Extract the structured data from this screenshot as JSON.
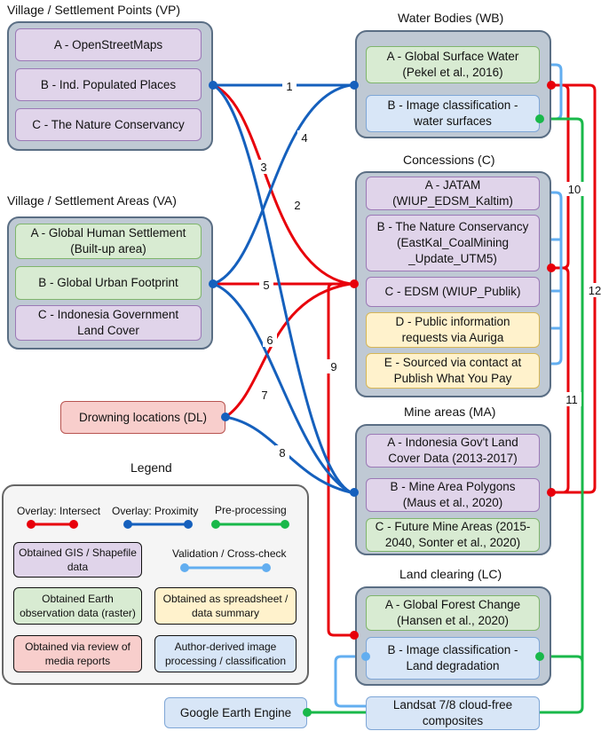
{
  "groups": {
    "vp": {
      "title": "Village / Settlement Points (VP)",
      "items": [
        "A - OpenStreetMaps",
        "B - Ind. Populated Places",
        "C - The Nature Conservancy"
      ]
    },
    "va": {
      "title": "Village / Settlement Areas (VA)",
      "items": [
        "A - Global Human Settlement\n(Built-up area)",
        "B - Global Urban Footprint",
        "C - Indonesia Government\nLand Cover"
      ]
    },
    "dl": {
      "label": "Drowning locations (DL)"
    },
    "wb": {
      "title": "Water Bodies (WB)",
      "items": [
        "A - Global Surface Water\n(Pekel et al., 2016)",
        "B - Image classification -\nwater surfaces"
      ]
    },
    "c": {
      "title": "Concessions (C)",
      "items": [
        "A - JATAM\n(WIUP_EDSM_Kaltim)",
        "B - The Nature Conservancy\n(EastKal_CoalMining\n_Update_UTM5)",
        "C - EDSM (WIUP_Publik)",
        "D - Public information\nrequests via Auriga",
        "E - Sourced via contact at\nPublish What You Pay"
      ]
    },
    "ma": {
      "title": "Mine areas (MA)",
      "items": [
        "A - Indonesia Gov't Land\nCover Data (2013-2017)",
        "B - Mine Area Polygons\n(Maus et al., 2020)",
        "C - Future Mine Areas (2015-\n2040, Sonter et al., 2020)"
      ]
    },
    "lc": {
      "title": "Land clearing (LC)",
      "items": [
        "A - Global Forest Change\n(Hansen et al., 2020)",
        "B - Image classification -\nLand degradation"
      ]
    },
    "gee": {
      "label": "Google Earth Engine"
    },
    "landsat": {
      "label": "Landsat 7/8 cloud-free\ncomposites"
    }
  },
  "edges": [
    "1",
    "2",
    "3",
    "4",
    "5",
    "6",
    "7",
    "8",
    "9",
    "10",
    "11",
    "12"
  ],
  "legend": {
    "title": "Legend",
    "intersect": "Overlay: Intersect",
    "proximity": "Overlay: Proximity",
    "preprocessing": "Pre-processing",
    "validation": "Validation / Cross-check",
    "gis": "Obtained GIS / Shapefile\ndata",
    "eo": "Obtained Earth\nobservation data (raster)",
    "spreadsheet": "Obtained as spreadsheet /\ndata summary",
    "media": "Obtained via review of\nmedia reports",
    "author": "Author-derived image\nprocessing / classification"
  },
  "colors": {
    "intersect": "#e8000b",
    "proximity": "#1560bd",
    "preprocessing": "#19b84a",
    "validation": "#62aef0"
  }
}
